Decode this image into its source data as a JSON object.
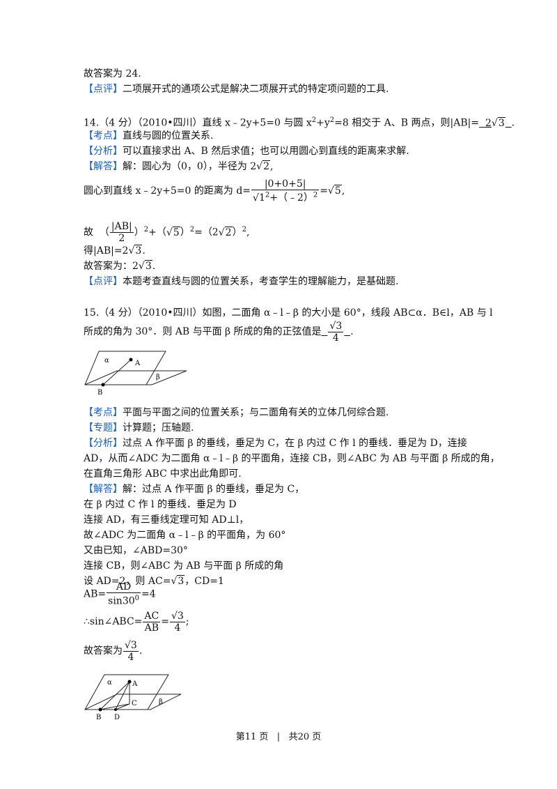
{
  "section13_tail": {
    "answer": "故答案为 24.",
    "comment_tag": "【点评】",
    "comment": "二项展开式的通项公式是解决二项展开式的特定项问题的工具."
  },
  "q14": {
    "stem_prefix": "14.（4 分）（2010•四川）直线 x﹣2y+5=0 与圆 x",
    "stem_mid": "+y",
    "stem_mid2": "=8 相交于 A、B 两点，则|AB|=",
    "answer_coef": "2",
    "answer_rad": "3",
    "point_tag": "【考点】",
    "point": "直线与圆的位置关系.",
    "analysis_tag": "【分析】",
    "analysis": "可以直接求出 A、B 然后求值；也可以用圆心到直线的距离来求解.",
    "solution_tag": "【解答】",
    "solution_line1": "解：圆心为（0，0），半径为 2",
    "rad2": "2",
    "dist_prefix": "圆心到直线 x﹣2y+5=0 的距离为 d=",
    "dist_num": "|0+0+5|",
    "dist_den_a": "1",
    "dist_den_b": "+（﹣2）",
    "dist_result": "=",
    "rad5": "5",
    "gu": "故",
    "ab_abs": "|AB|",
    "two": "2",
    "eq_right": "（2",
    "get_line": "得|AB|=2",
    "final": "故答案为：2",
    "comment_tag": "【点评】",
    "comment": "本题考查直线与圆的位置关系，考查学生的理解能力，是基础题."
  },
  "q15": {
    "stem1": "15.（4 分）（2010•四川）如图，二面角 α﹣l﹣β 的大小是 60°，线段 AB⊂α．B∈l，AB 与 l",
    "stem2": "所成的角为 30°．则 AB 与平面 β 所成的角的正弦值是",
    "ans_rad": "3",
    "ans_den": "4",
    "fig1": {
      "alpha": "α",
      "beta": "β",
      "A": "A",
      "B": "B"
    },
    "point_tag": "【考点】",
    "point": "平面与平面之间的位置关系；与二面角有关的立体几何综合题.",
    "topic_tag": "【专题】",
    "topic": "计算题；压轴题.",
    "analysis_tag": "【分析】",
    "analysis1": "过点 A 作平面 β 的垂线，垂足为 C，在 β 内过 C 作 l 的垂线．垂足为 D，连接",
    "analysis2": "AD，从而∠ADC 为二面角 α﹣l﹣β 的平面角，连接 CB，则∠ABC 为 AB 与平面 β 所成的角，",
    "analysis3": "在直角三角形 ABC 中求出此角即可.",
    "solution_tag": "【解答】",
    "sol1": "解：过点 A 作平面 β 的垂线，垂足为 C，",
    "sol2": "在 β 内过 C 作 l 的垂线．垂足为 D",
    "sol3": "连接 AD，有三垂线定理可知 AD⊥l，",
    "sol4": "故∠ADC 为二面角 α﹣l﹣β 的平面角，为 60°",
    "sol5": "又由已知，∠ABD=30°",
    "sol6": "连接 CB，则∠ABC 为 AB 与平面 β 所成的角",
    "sol7_a": "设 AD=2，则 AC=",
    "sol7_b": "，CD=1",
    "ab_prefix": "AB=",
    "ab_num": "AD",
    "ab_den": "sin30",
    "ab_sup": "0",
    "ab_res": "=4",
    "sin_prefix": "∴sin∠ABC=",
    "sin_num": "AC",
    "sin_den": "AB",
    "final": "故答案为",
    "fig2": {
      "alpha": "α",
      "beta": "β",
      "A": "A",
      "B": "B",
      "C": "C",
      "D": "D"
    }
  },
  "footer": {
    "page": "第11 页",
    "sep": "|",
    "total": "共20 页"
  }
}
